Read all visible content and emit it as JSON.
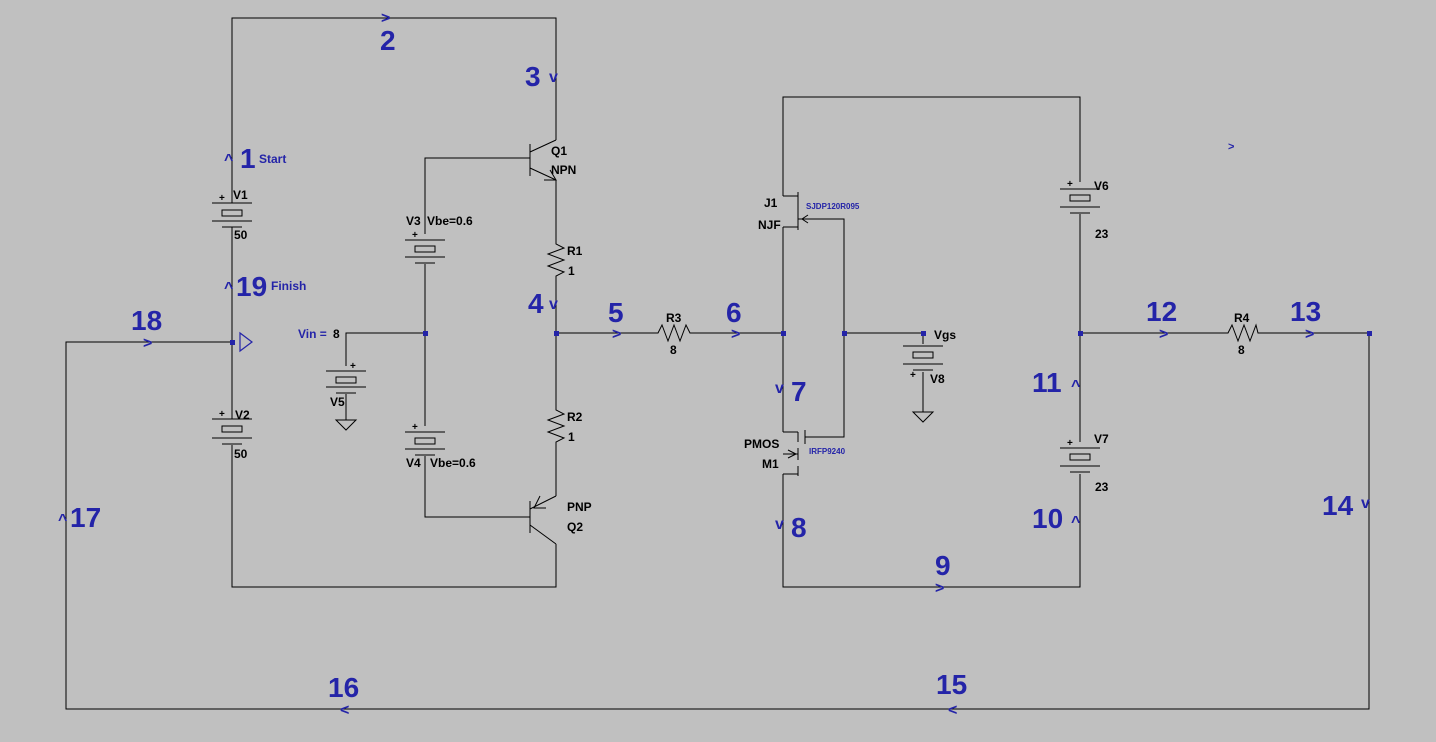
{
  "nets": [
    {
      "label": "1",
      "arrow": "^"
    },
    {
      "label": "2",
      "arrow": ">"
    },
    {
      "label": "3",
      "arrow": "v"
    },
    {
      "label": "4",
      "arrow": "v"
    },
    {
      "label": "5",
      "arrow": ">"
    },
    {
      "label": "6",
      "arrow": ">"
    },
    {
      "label": "7",
      "arrow": "v"
    },
    {
      "label": "8",
      "arrow": "v"
    },
    {
      "label": "9",
      "arrow": ">"
    },
    {
      "label": "10",
      "arrow": "^"
    },
    {
      "label": "11",
      "arrow": "^"
    },
    {
      "label": "12",
      "arrow": ">"
    },
    {
      "label": "13",
      "arrow": ">"
    },
    {
      "label": "14",
      "arrow": "v"
    },
    {
      "label": "15",
      "arrow": "<"
    },
    {
      "label": "16",
      "arrow": "<"
    },
    {
      "label": "17",
      "arrow": "^"
    },
    {
      "label": "18",
      "arrow": ">"
    },
    {
      "label": "19",
      "arrow": "^"
    }
  ],
  "notes": {
    "start": "Start",
    "finish": "Finish",
    "stray_arrow": ">"
  },
  "components": {
    "v1": {
      "name": "V1",
      "value": "50"
    },
    "v2": {
      "name": "V2",
      "value": "50"
    },
    "v3": {
      "name": "V3",
      "value": "Vbe=0.6"
    },
    "v4": {
      "name": "V4",
      "value": "Vbe=0.6"
    },
    "v5": {
      "name": "V5",
      "value": "8",
      "net": "Vin ="
    },
    "v6": {
      "name": "V6",
      "value": "23"
    },
    "v7": {
      "name": "V7",
      "value": "23"
    },
    "v8": {
      "name": "V8",
      "net": "Vgs"
    },
    "q1": {
      "name": "Q1",
      "type": "NPN"
    },
    "q2": {
      "name": "Q2",
      "type": "PNP"
    },
    "r1": {
      "name": "R1",
      "value": "1"
    },
    "r2": {
      "name": "R2",
      "value": "1"
    },
    "r3": {
      "name": "R3",
      "value": "8"
    },
    "r4": {
      "name": "R4",
      "value": "8"
    },
    "j1": {
      "name": "J1",
      "type": "NJF",
      "model": "SJDP120R095"
    },
    "m1": {
      "name": "M1",
      "type": "PMOS",
      "model": "IRFP9240"
    }
  }
}
